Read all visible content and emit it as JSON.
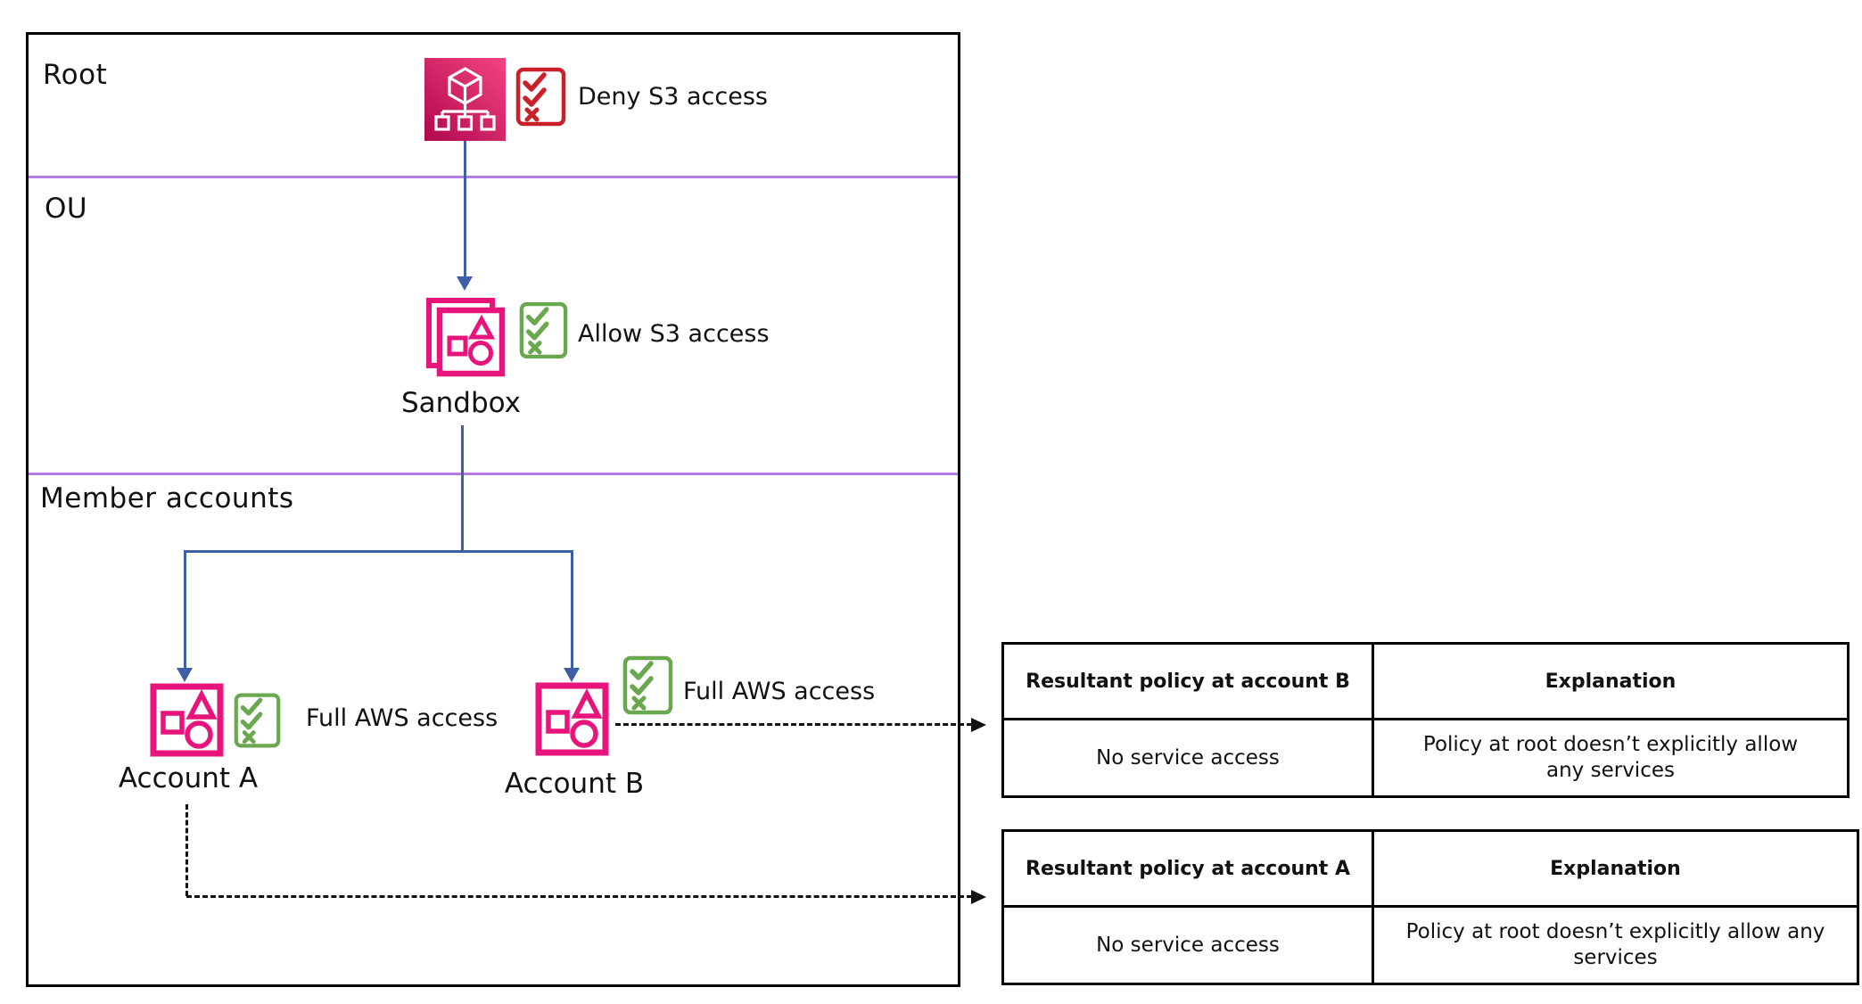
{
  "colors": {
    "pink": "#e7157b",
    "pink_grad_dark": "#b0084d",
    "pink_grad_light": "#f34482",
    "red": "#c9202a",
    "green": "#6aa84f",
    "blue": "#3d5fa6",
    "purple": "#b57ce3",
    "line": "#111111"
  },
  "org": {
    "sections": {
      "root": "Root",
      "ou": "OU",
      "members": "Member accounts"
    },
    "root_node": {
      "policy": "Deny S3 access"
    },
    "ou_node": {
      "label": "Sandbox",
      "policy": "Allow S3 access"
    },
    "account_a": {
      "label": "Account A",
      "policy": "Full AWS access"
    },
    "account_b": {
      "label": "Account B",
      "policy": "Full AWS access"
    }
  },
  "tables": {
    "b": {
      "headers": [
        "Resultant policy at account B",
        "Explanation"
      ],
      "row": [
        "No service access",
        "Policy at root doesn’t explicitly allow any services"
      ]
    },
    "a": {
      "headers": [
        "Resultant policy at account A",
        "Explanation"
      ],
      "row": [
        "No service access",
        "Policy at root doesn’t explicitly allow any services"
      ]
    }
  }
}
